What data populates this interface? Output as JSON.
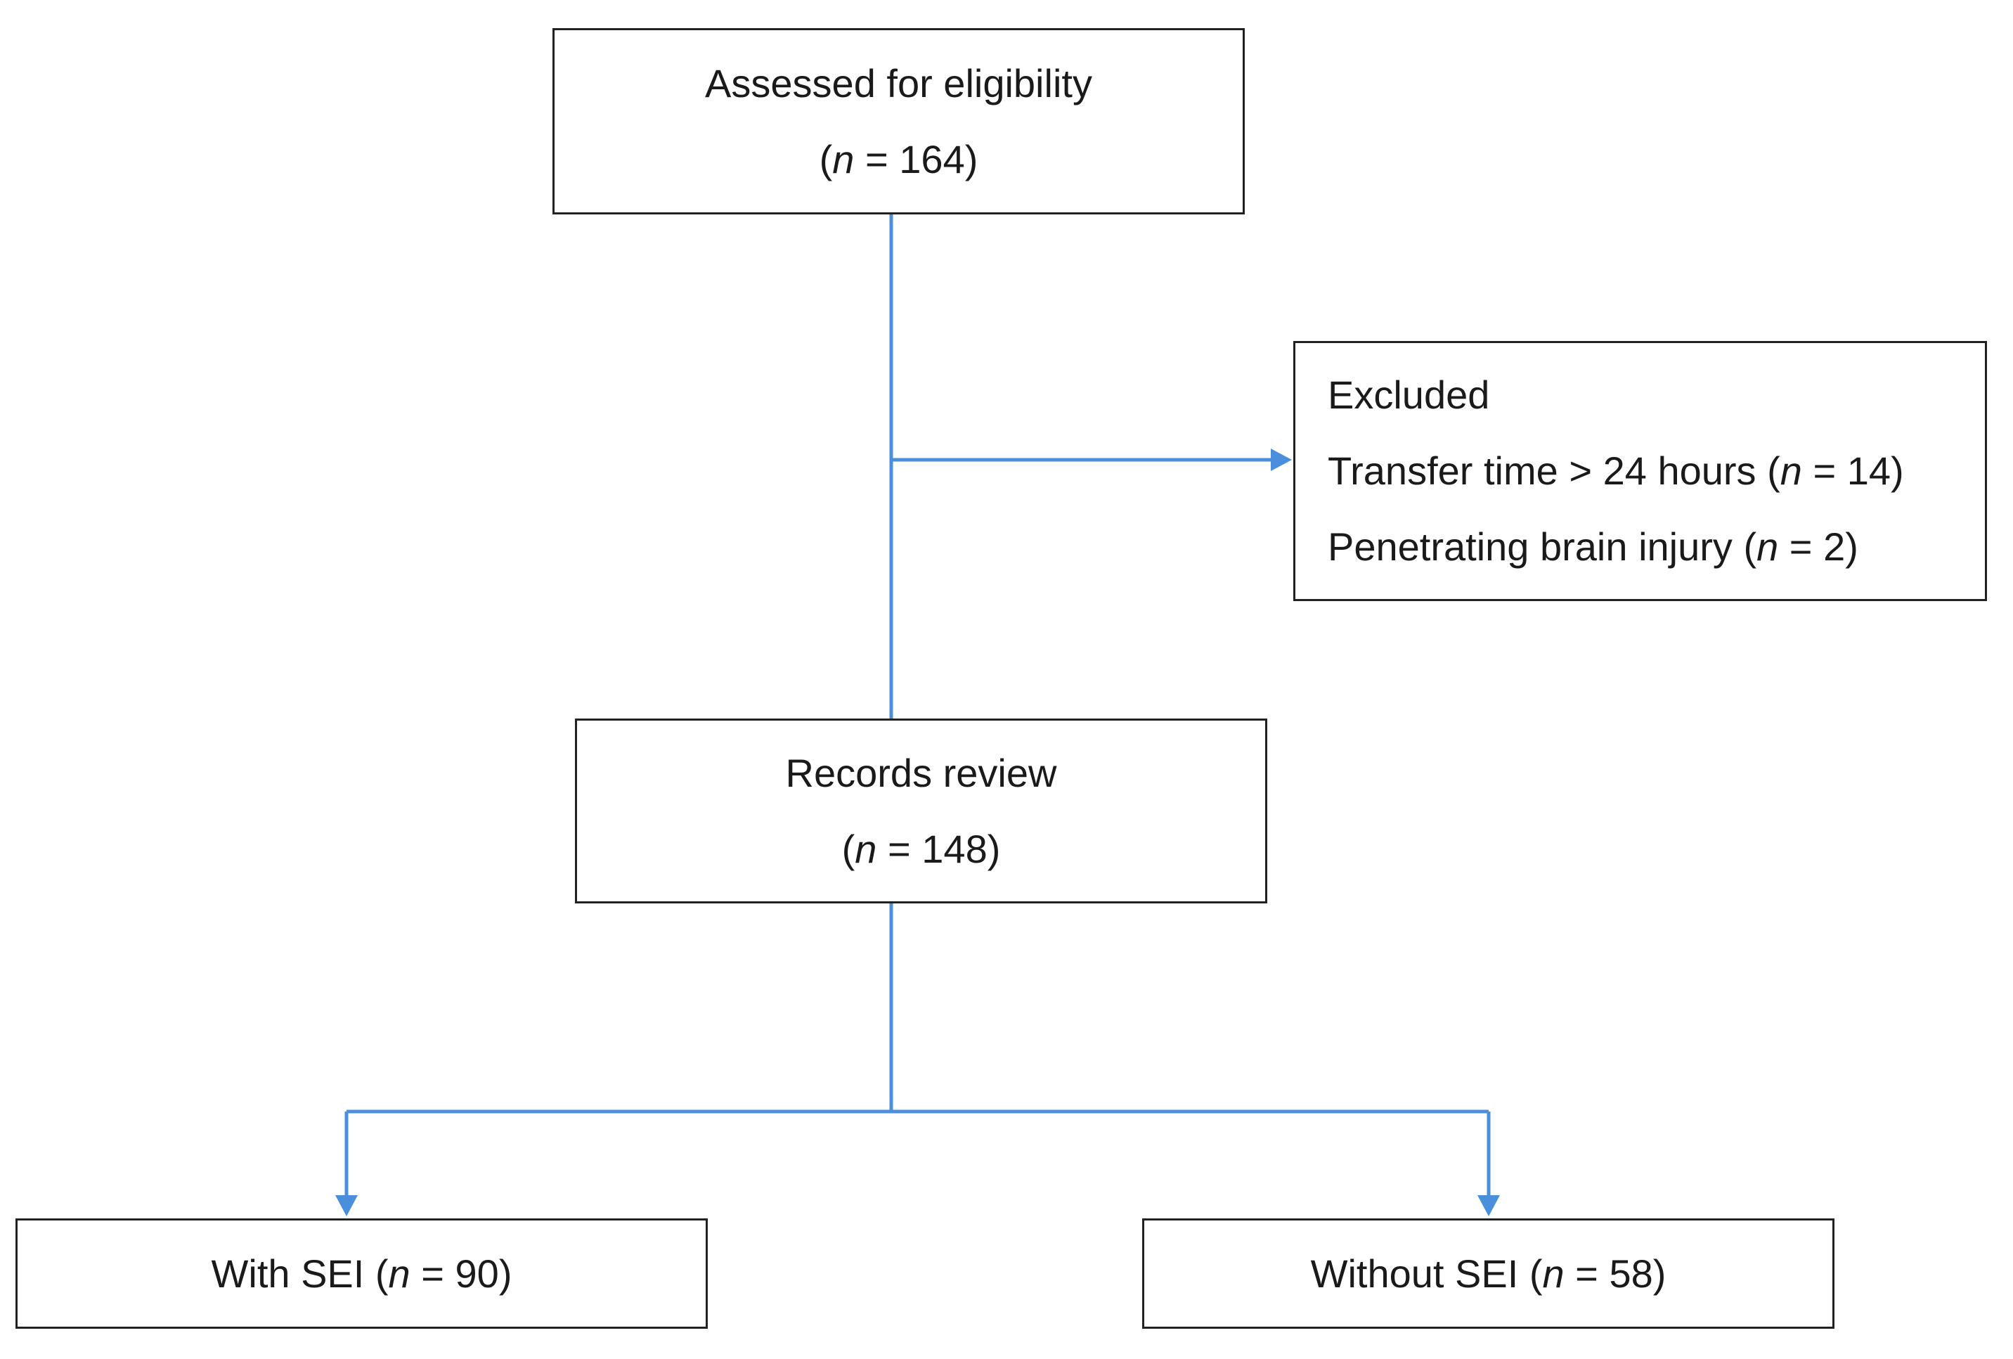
{
  "colors": {
    "connector": "#4a8fdb",
    "box_border": "#222222",
    "text": "#1a1a1a"
  },
  "assessed": {
    "title": "Assessed for eligibility",
    "count_prefix": "(",
    "count_var": "n",
    "count_value": " = 164)"
  },
  "excluded": {
    "title": "Excluded",
    "reasons": [
      {
        "text": "Transfer time > 24 hours (",
        "var": "n",
        "value": " = 14)"
      },
      {
        "text": "Penetrating brain injury (",
        "var": "n",
        "value": " = 2)"
      }
    ]
  },
  "records": {
    "title": "Records review",
    "count_prefix": "(",
    "count_var": "n",
    "count_value": " = 148)"
  },
  "groups": [
    {
      "label": "With SEI (",
      "var": "n",
      "value": " = 90)"
    },
    {
      "label": "Without SEI (",
      "var": "n",
      "value": " = 58)"
    }
  ]
}
